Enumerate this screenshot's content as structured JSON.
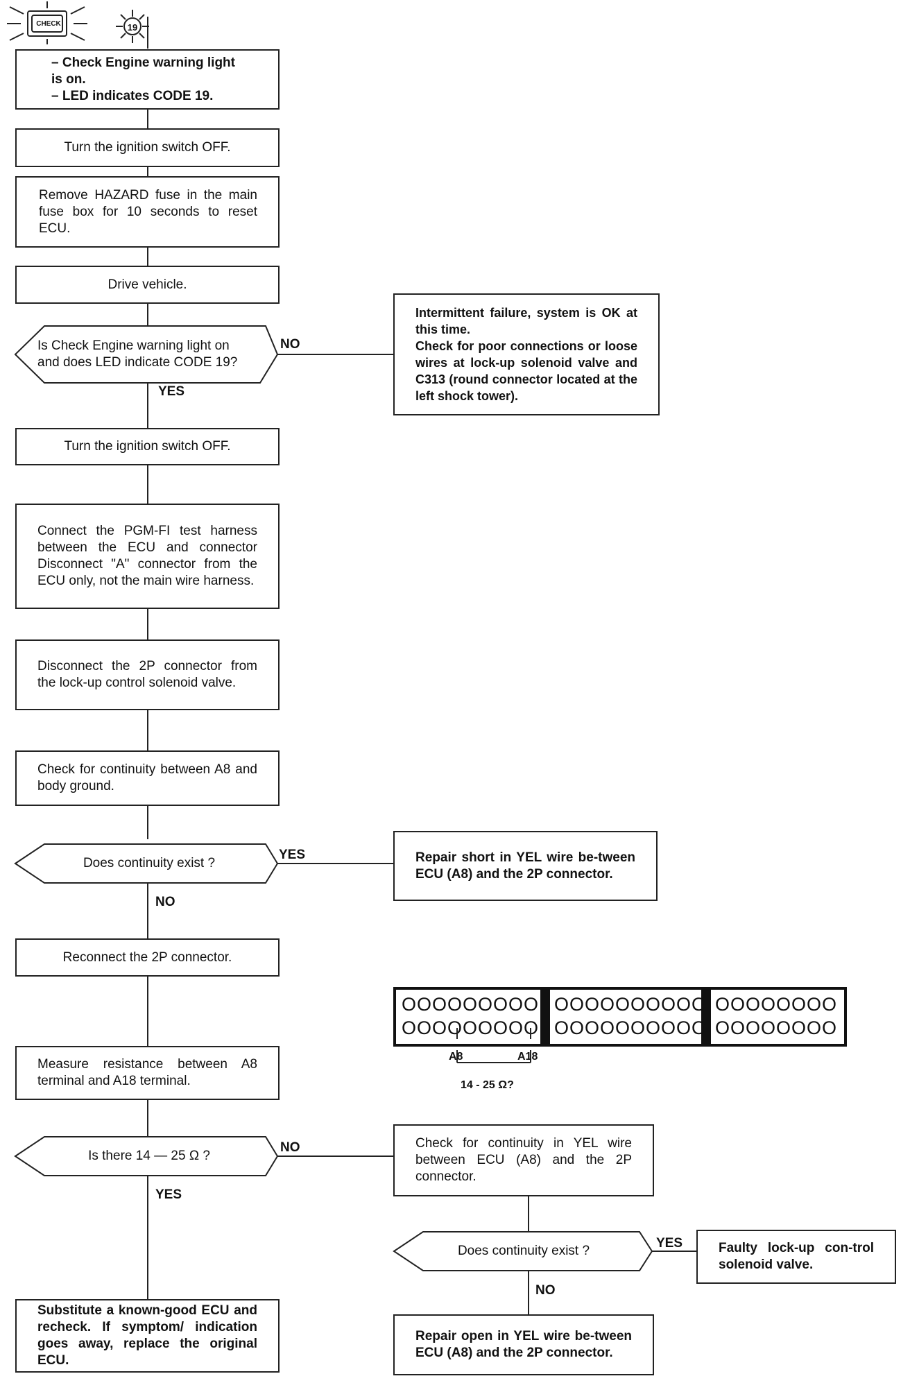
{
  "nodes": {
    "n1": "– Check Engine warning light\n   is on.\n– LED indicates CODE 19.",
    "n2": "Turn the ignition switch OFF.",
    "n3": "Remove HAZARD fuse in the main fuse box for 10 seconds to reset ECU.",
    "n4": "Drive vehicle.",
    "d1": "Is Check Engine warning light on\nand does LED indicate CODE 19?",
    "r1": "Intermittent failure, system is OK at this time.\nCheck for poor connections or loose wires at lock-up solenoid valve and C313 (round connector located at the left shock tower).",
    "n5": "Turn the ignition switch OFF.",
    "n6": "Connect the PGM-FI test harness between the ECU and connector Disconnect \"A\" connector from the ECU only, not the main wire harness.",
    "n7": "Disconnect the 2P connector from the lock-up control solenoid valve.",
    "n8": "Check for continuity between A8 and body ground.",
    "d2": "Does continuity exist ?",
    "r2": "Repair short in YEL wire be-tween ECU (A8) and the 2P connector.",
    "n9": "Reconnect the 2P connector.",
    "n10": "Measure resistance between A8 terminal and A18 terminal.",
    "d3": "Is there 14 — 25 Ω ?",
    "r3": "Check for continuity in YEL wire between ECU (A8) and the 2P connector.",
    "d4": "Does continuity exist ?",
    "r4": "Faulty lock-up con-trol solenoid valve.",
    "n11": "Substitute a known-good ECU and recheck. If symptom/ indication goes away, replace the original ECU.",
    "r5": "Repair open in YEL wire be-tween ECU (A8) and the 2P connector."
  },
  "labels": {
    "d1_no": "NO",
    "d1_yes": "YES",
    "d2_yes": "YES",
    "d2_no": "NO",
    "d3_no": "NO",
    "d3_yes": "YES",
    "d4_yes": "YES",
    "d4_no": "NO"
  },
  "icons": {
    "check_engine": "CHECK",
    "led_code": "19"
  },
  "connector": {
    "row1_a": "OOOOOOOOO",
    "row1_b": "OOOOOOOOOO",
    "row1_c": "OOOOOOOO",
    "row2_a": "OOOOOOOOO",
    "row2_b": "OOOOOOOOOO",
    "row2_c": "OOOOOOOO",
    "pin_a8": "A8",
    "pin_a18": "A18",
    "range": "14 - 25 Ω?"
  }
}
